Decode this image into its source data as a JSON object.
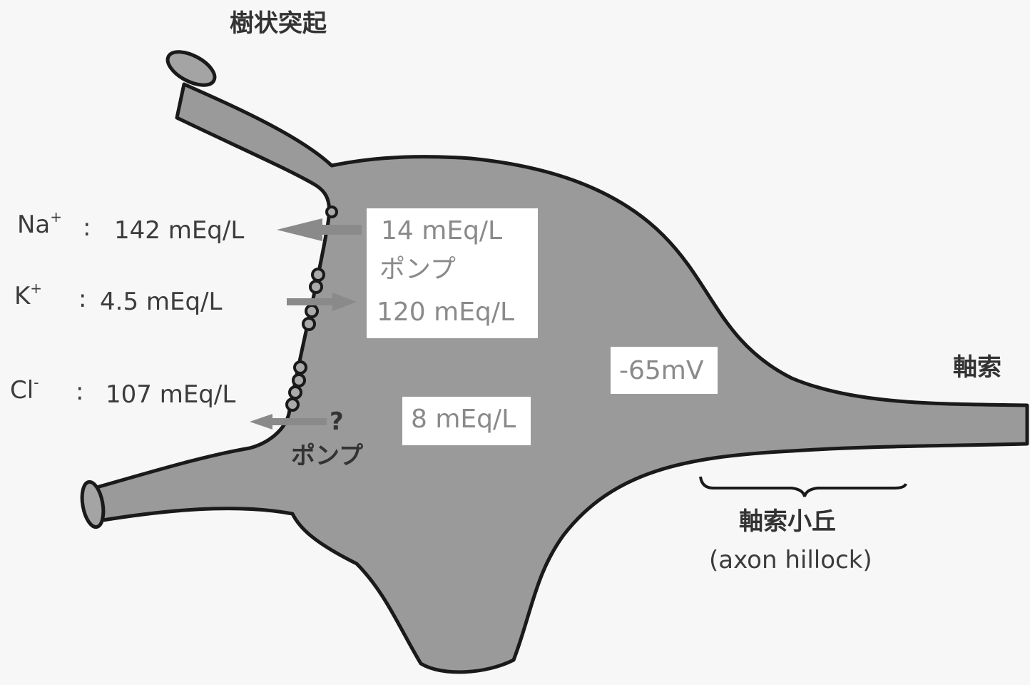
{
  "labels": {
    "dendrite": "樹状突起",
    "axon": "軸索",
    "axon_hillock_jp": "軸索小丘",
    "axon_hillock_en": "(axon hillock)"
  },
  "outside": {
    "na": {
      "ion": "Na",
      "charge": "+",
      "sep": ":",
      "value": "142 mEq/L"
    },
    "k": {
      "ion": "K",
      "charge": "+",
      "sep": ":",
      "value": "4.5 mEq/L"
    },
    "cl": {
      "ion": "Cl",
      "charge": "-",
      "sep": ":",
      "value": "107 mEq/L"
    }
  },
  "inside": {
    "na_value": "14 mEq/L",
    "pump_label": "ポンプ",
    "k_value": "120 mEq/L",
    "cl_value": "8 mEq/L",
    "potential": "-65mV"
  },
  "cl_pump": {
    "question": "?",
    "label": "ポンプ"
  },
  "colors": {
    "cell_fill": "#9a9a9a",
    "outline": "#1a1a1a",
    "background": "#f7f7f7",
    "arrow": "#8a8a8a"
  }
}
